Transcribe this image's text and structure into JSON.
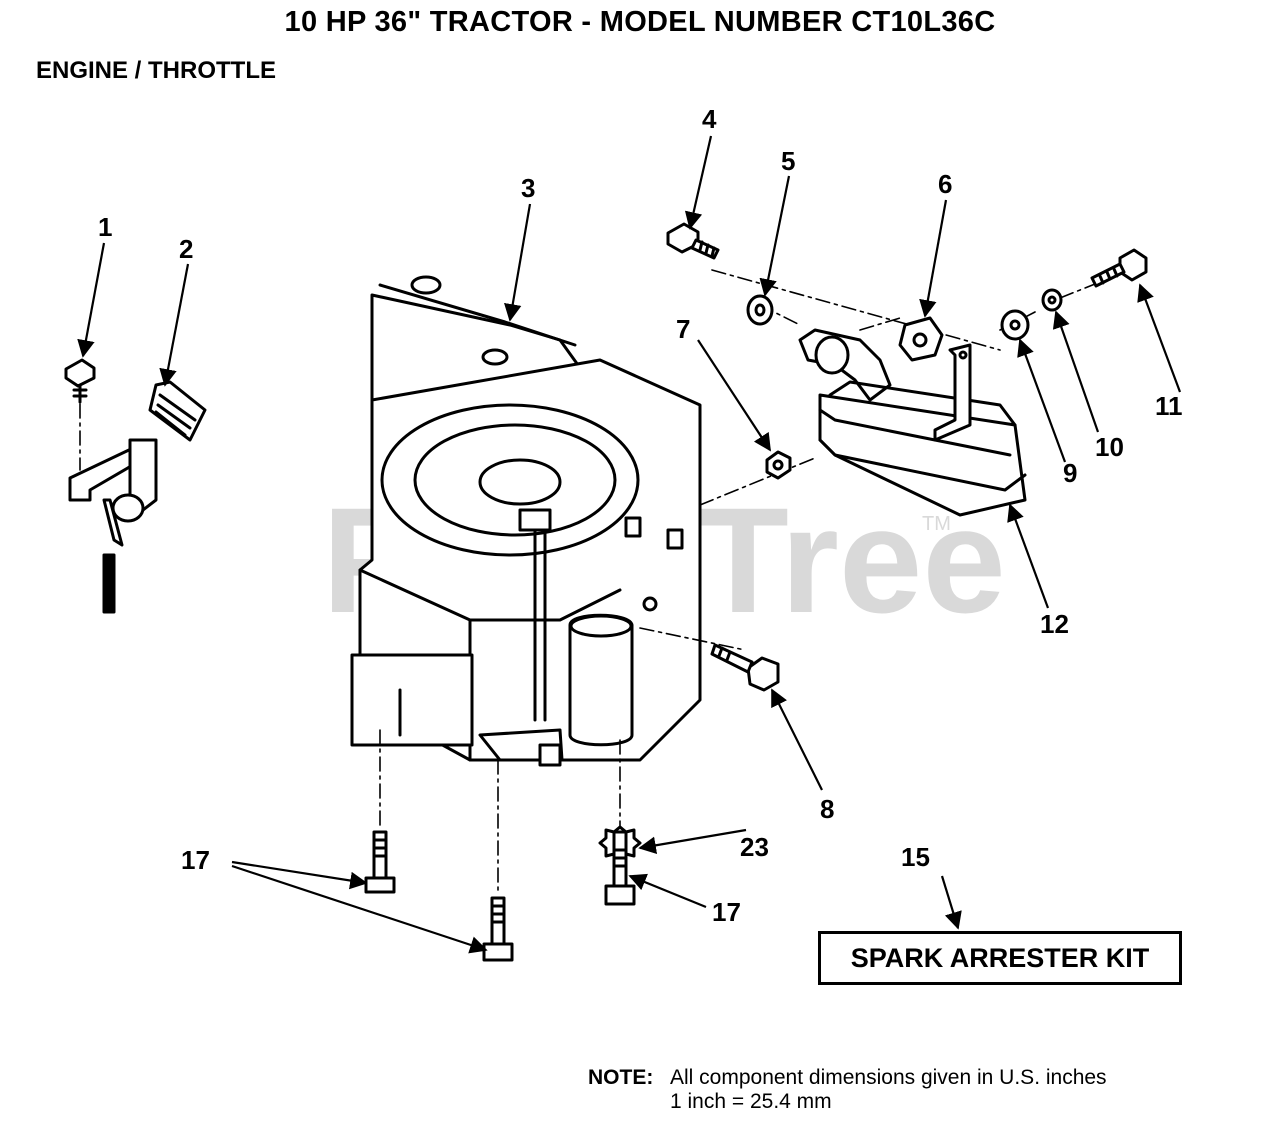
{
  "header": {
    "title": "10 HP 36\" TRACTOR  - MODEL NUMBER CT10L36C",
    "subtitle": "ENGINE / THROTTLE"
  },
  "watermark": {
    "text": "PartsTree",
    "trademark": "TM"
  },
  "callouts": {
    "c1": "1",
    "c2": "2",
    "c3": "3",
    "c4": "4",
    "c5": "5",
    "c6": "6",
    "c7": "7",
    "c8": "8",
    "c9": "9",
    "c10": "10",
    "c11": "11",
    "c12": "12",
    "c15": "15",
    "c17a": "17",
    "c17b": "17",
    "c23": "23"
  },
  "kit": {
    "label": "SPARK ARRESTER KIT"
  },
  "note": {
    "label": "NOTE:",
    "line1": "All component dimensions given in U.S. inches",
    "line2": "1 inch = 25.4 mm"
  }
}
